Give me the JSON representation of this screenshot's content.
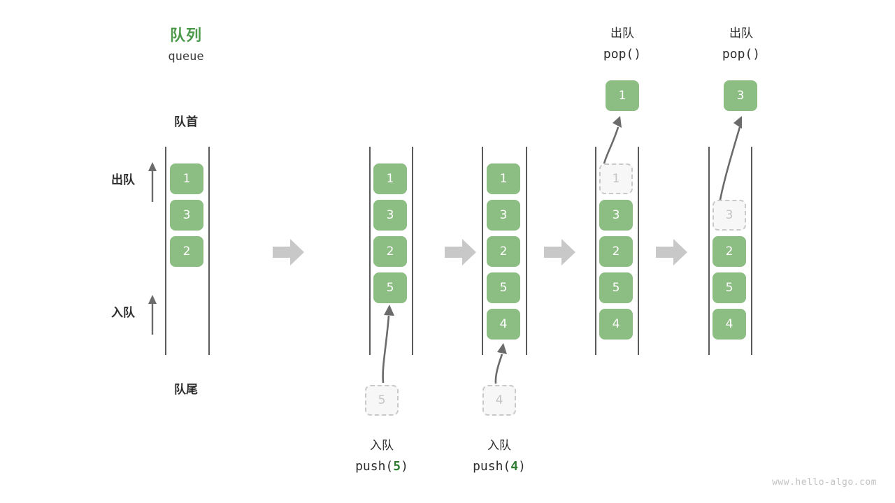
{
  "figure": {
    "title_cn": "队列",
    "title_en": "queue",
    "watermark": "www.hello-algo.com"
  },
  "legend": {
    "head_label": "队首",
    "tail_label": "队尾",
    "dequeue_label": "出队",
    "enqueue_label": "入队",
    "dequeue_arrow_icon": "up-arrow-icon",
    "enqueue_arrow_icon": "up-arrow-icon"
  },
  "colors": {
    "element_green": "#8cbd82",
    "title_green": "#4d9a4d",
    "arg_green": "#2e7d32",
    "ghost_fill": "#f7f7f7",
    "ghost_border": "#c9c9c9",
    "ghost_text": "#c4c4c4",
    "rail_gray": "#5a5a5a",
    "chevron_gray": "#c8c8c8",
    "arrow_gray": "#6b6b6b",
    "text_dark": "#2e2e2e",
    "watermark_gray": "#c2c2c2"
  },
  "stages": [
    {
      "id": "initial",
      "caption_cn": "",
      "caption_code": "",
      "cells": [
        "1",
        "3",
        "2"
      ],
      "ghost_in": null,
      "popped": null,
      "pop_caption_cn": "",
      "pop_caption_code": ""
    },
    {
      "id": "push-5",
      "caption_cn": "入队",
      "caption_code": "push(5)",
      "caption_code_prefix": "push(",
      "caption_code_arg": "5",
      "caption_code_suffix": ")",
      "cells": [
        "1",
        "3",
        "2",
        "5"
      ],
      "ghost_in": "5",
      "popped": null,
      "pop_caption_cn": "",
      "pop_caption_code": ""
    },
    {
      "id": "push-4",
      "caption_cn": "入队",
      "caption_code": "push(4)",
      "caption_code_prefix": "push(",
      "caption_code_arg": "4",
      "caption_code_suffix": ")",
      "cells": [
        "1",
        "3",
        "2",
        "5",
        "4"
      ],
      "ghost_in": "4",
      "popped": null,
      "pop_caption_cn": "",
      "pop_caption_code": ""
    },
    {
      "id": "pop-1",
      "caption_cn": "",
      "caption_code": "",
      "cells": [
        "3",
        "2",
        "5",
        "4"
      ],
      "ghost_out": "1",
      "popped": "1",
      "pop_caption_cn": "出队",
      "pop_caption_code": "pop()"
    },
    {
      "id": "pop-3",
      "caption_cn": "",
      "caption_code": "",
      "cells": [
        "2",
        "5",
        "4"
      ],
      "ghost_out": "3",
      "popped": "3",
      "pop_caption_cn": "出队",
      "pop_caption_code": "pop()"
    }
  ],
  "transitions": [
    {
      "icon": "right-chevron-icon"
    },
    {
      "icon": "right-chevron-icon"
    },
    {
      "icon": "right-chevron-icon"
    },
    {
      "icon": "right-chevron-icon"
    }
  ]
}
